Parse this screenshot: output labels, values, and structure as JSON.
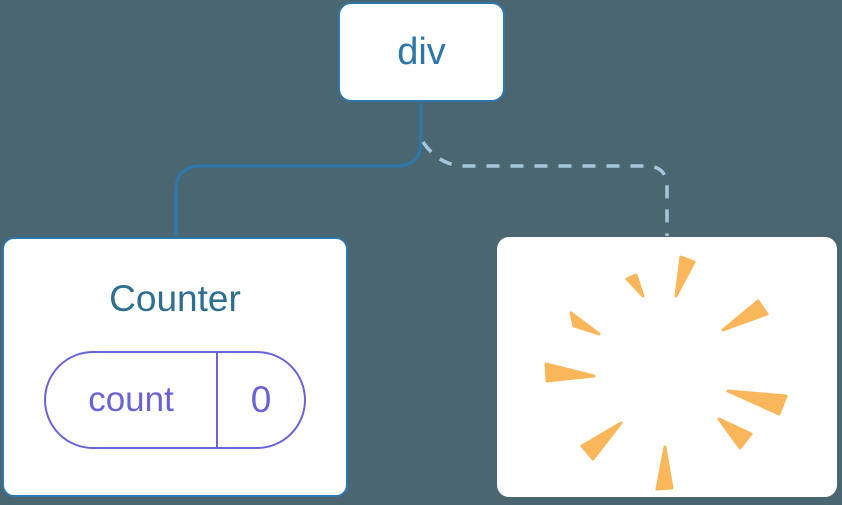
{
  "colors": {
    "background": "#4a6670",
    "card_background": "#ffffff",
    "node_border_blue": "#2d78aa",
    "root_text": "#2e76a7",
    "link_solid": "#2e77a8",
    "link_dashed": "#a4c7dd",
    "counter_title": "#2e6e91",
    "state_pill_indigo": "#6963d6",
    "poof_orange": "#f9b65a"
  },
  "tree": {
    "root_label": "div",
    "counter": {
      "title": "Counter",
      "state_key": "count",
      "state_value": "0",
      "connection": "solid"
    },
    "removed": {
      "icon": "poof-starburst",
      "connection": "dashed"
    }
  }
}
